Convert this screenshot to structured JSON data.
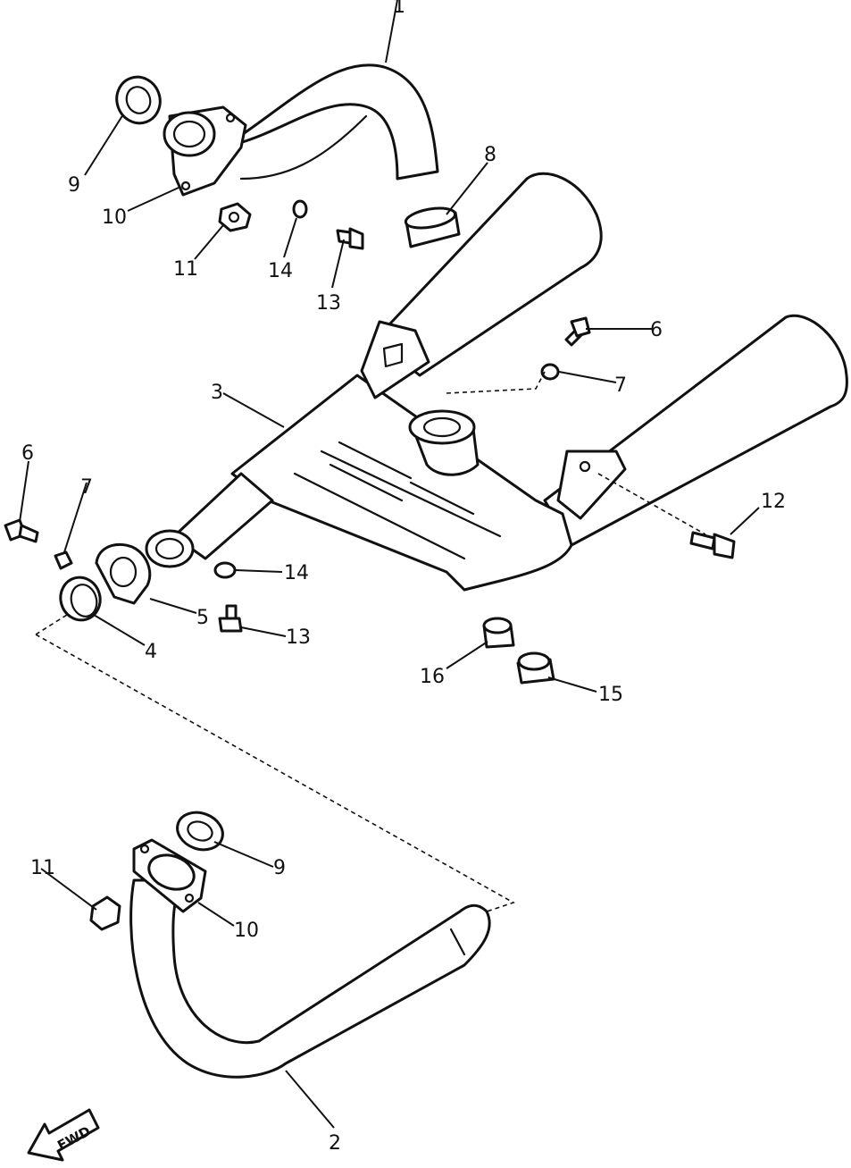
{
  "callouts": [
    {
      "id": "c1",
      "label": "1"
    },
    {
      "id": "c9a",
      "label": "9"
    },
    {
      "id": "c10a",
      "label": "10"
    },
    {
      "id": "c11a",
      "label": "11"
    },
    {
      "id": "c14a",
      "label": "14"
    },
    {
      "id": "c13a",
      "label": "13"
    },
    {
      "id": "c8",
      "label": "8"
    },
    {
      "id": "c6a",
      "label": "6"
    },
    {
      "id": "c7a",
      "label": "7"
    },
    {
      "id": "c3",
      "label": "3"
    },
    {
      "id": "c6b",
      "label": "6"
    },
    {
      "id": "c7b",
      "label": "7"
    },
    {
      "id": "c12",
      "label": "12"
    },
    {
      "id": "c14b",
      "label": "14"
    },
    {
      "id": "c5",
      "label": "5"
    },
    {
      "id": "c4",
      "label": "4"
    },
    {
      "id": "c13b",
      "label": "13"
    },
    {
      "id": "c16",
      "label": "16"
    },
    {
      "id": "c15",
      "label": "15"
    },
    {
      "id": "c11b",
      "label": "11"
    },
    {
      "id": "c9b",
      "label": "9"
    },
    {
      "id": "c10b",
      "label": "10"
    },
    {
      "id": "c2",
      "label": "2"
    }
  ],
  "fwd_arrow": {
    "label": "FWD"
  }
}
